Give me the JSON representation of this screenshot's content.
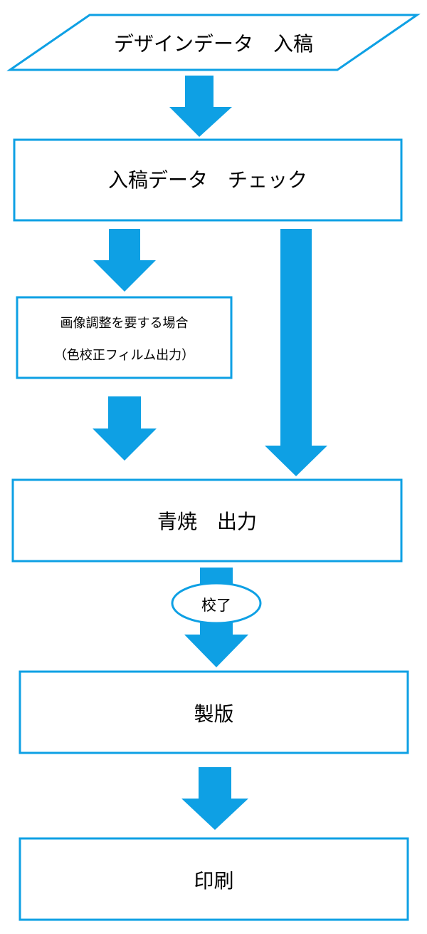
{
  "colors": {
    "accent": "#0ea0e4",
    "text": "#000000",
    "background": "#ffffff"
  },
  "steps": {
    "input": "デザインデータ　入稿",
    "check": "入稿データ　チェック",
    "adjust_line1": "画像調整を要する場合",
    "adjust_line2": "（色校正フィルム出力）",
    "proof": "青焼　出力",
    "approval": "校了",
    "platemaking": "製版",
    "printing": "印刷"
  }
}
